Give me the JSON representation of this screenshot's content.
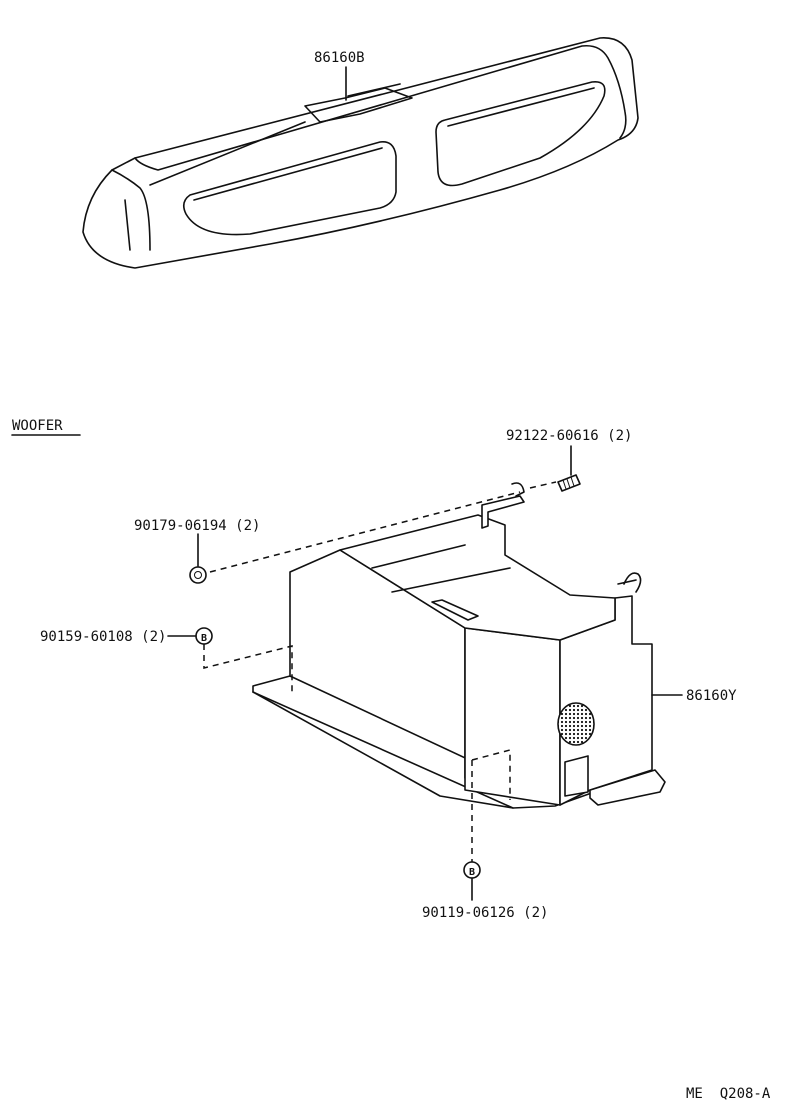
{
  "section_label": "WOOFER",
  "parts": {
    "package_tray": "86160B",
    "woofer_box": "86160Y",
    "bolt_top": "92122-60616 (2)",
    "nut_left": "90179-06194 (2)",
    "clip_left": "90159-60108 (2)",
    "clip_bottom": "90119-06126 (2)"
  },
  "clip_symbol": "B",
  "diagram_code": "ME  Q208-A",
  "colors": {
    "ink": "#111111",
    "paper": "#ffffff"
  }
}
